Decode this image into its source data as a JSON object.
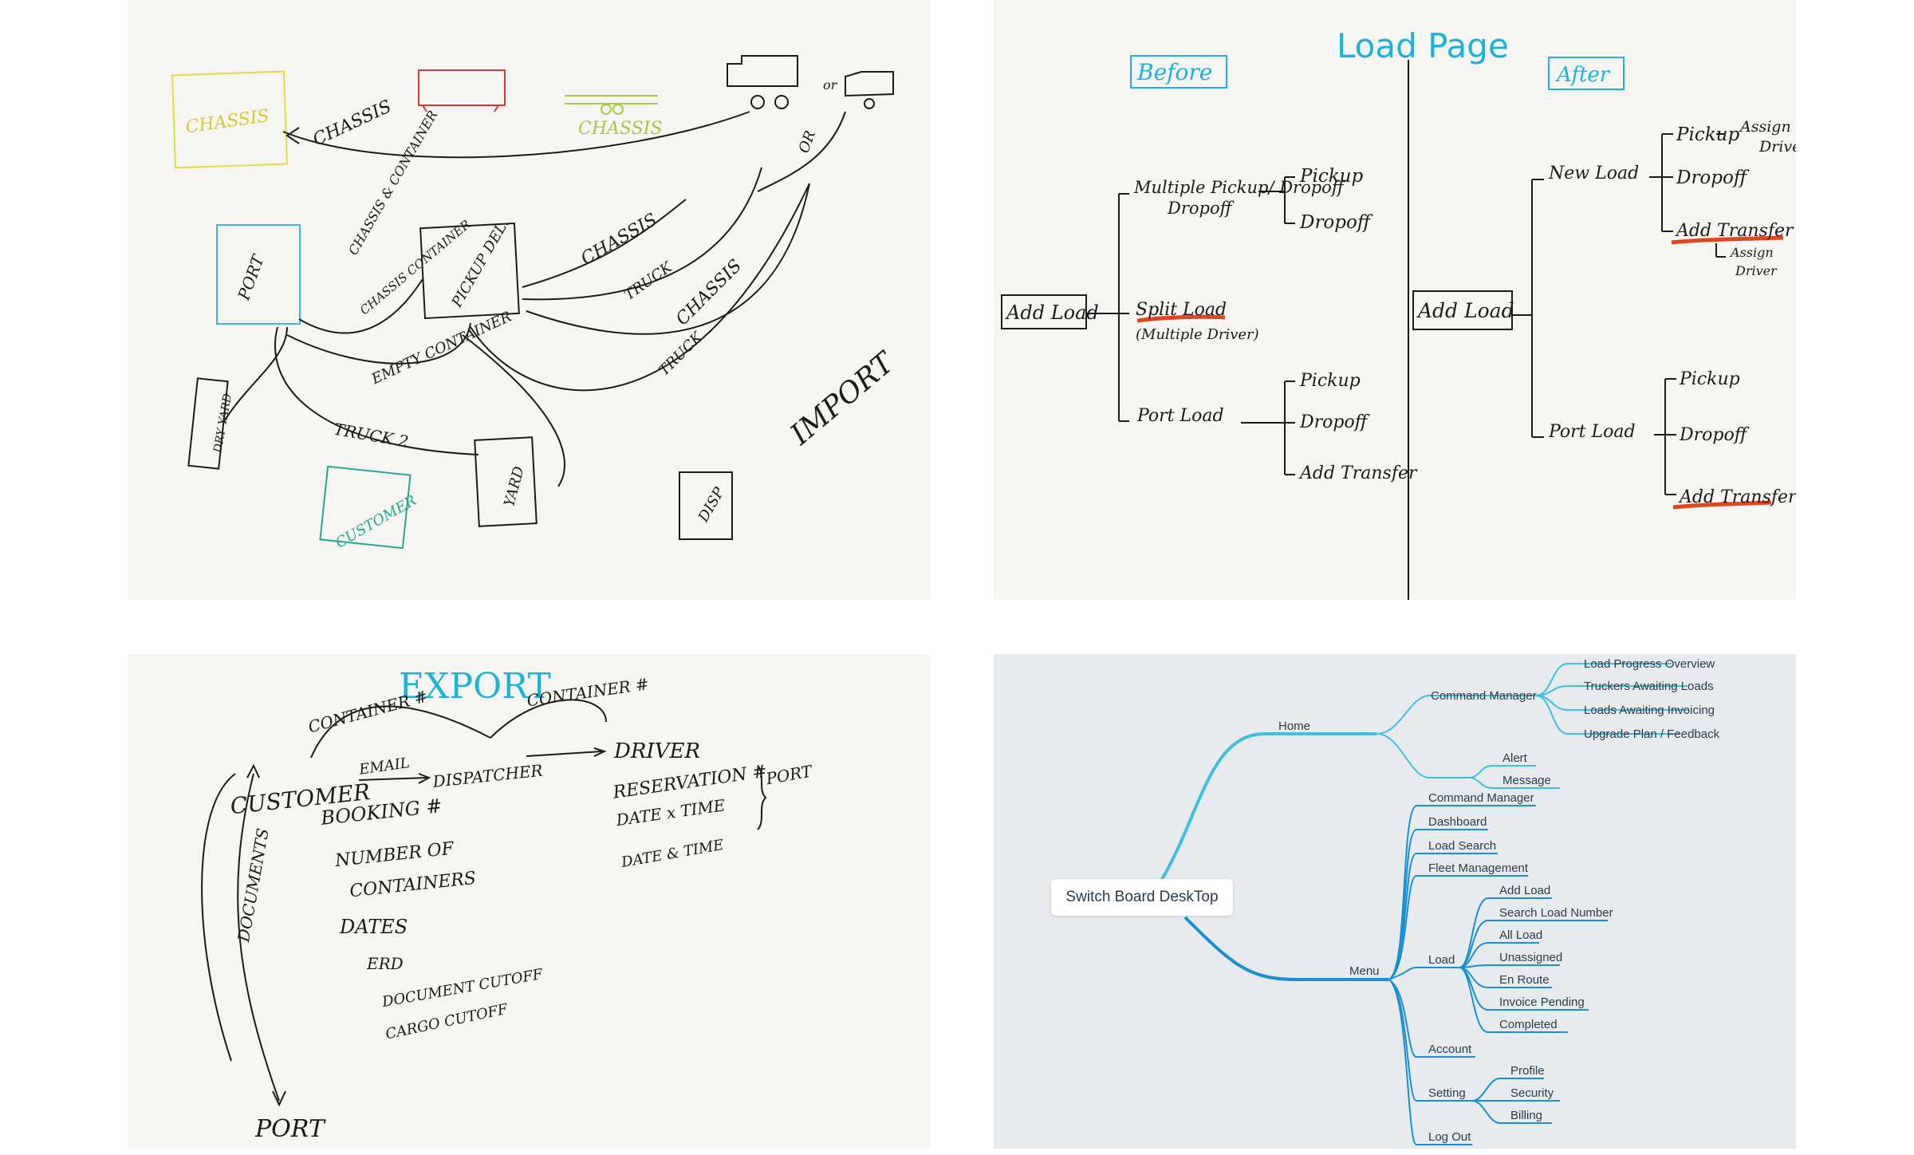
{
  "colors": {
    "sketch_bg": "#f6f5f1",
    "mind_bg": "#e8ebee",
    "ink": "#1b1b1b",
    "cyan": "#1bb3d9",
    "highlight": "#e0471f",
    "light_branch": "#3fc0df",
    "dark_branch": "#1a8fd1"
  },
  "import_sketch": {
    "labels": {
      "chassis_box": "CHASSIS",
      "chassis_top": "CHASSIS",
      "chassis_green": "CHASSIS",
      "chassis_container": "CHASSIS & CONTAINER",
      "chassis_container_2": "CHASSIS CONTAINER",
      "port": "PORT",
      "pickup": "PICKUP DEL.",
      "chassis_arrow": "CHASSIS",
      "truck_arrow": "TRUCK",
      "chassis_arrow_2": "CHASSIS",
      "truck_arrow_2": "TRUCK",
      "empty_container": "EMPTY CONTAINER",
      "truck2": "TRUCK 2",
      "yard": "YARD",
      "customer": "CUSTOMER",
      "import": "IMPORT",
      "disp": "DISP",
      "or": "OR",
      "dry_yard": "DRY YARD",
      "small_or": "or"
    }
  },
  "load_page": {
    "title": "Load Page",
    "before": "Before",
    "after": "After",
    "before_tree": {
      "root": "Add Load",
      "multiple": "Multiple Pickup/ Dropoff",
      "multiple_line2": "Dropoff",
      "pickup": "Pickup",
      "dropoff": "Dropoff",
      "split": "Split Load",
      "split_sub": "(Multiple Driver)",
      "port": "Port Load",
      "port_pickup": "Pickup",
      "port_dropoff": "Dropoff",
      "port_transfer": "Add Transfer"
    },
    "after_tree": {
      "root": "Add Load",
      "new_load": "New Load",
      "pickup": "Pickup",
      "assign1": "Assign",
      "assign1b": "Driver",
      "dropoff": "Dropoff",
      "transfer": "Add Transfer",
      "assign2": "Assign",
      "assign2b": "Driver",
      "port": "Port Load",
      "port_pickup": "Pickup",
      "port_dropoff": "Dropoff",
      "port_transfer": "Add Transfer"
    }
  },
  "export_sketch": {
    "title": "EXPORT",
    "container1": "CONTAINER #",
    "container2": "CONTAINER #",
    "customer": "CUSTOMER",
    "email": "EMAIL",
    "dispatcher": "DISPATCHER",
    "driver": "DRIVER",
    "booking": "BOOKING #",
    "number_of": "NUMBER OF",
    "containers": "CONTAINERS",
    "dates": "DATES",
    "erd": "ERD",
    "document_cutoff": "DOCUMENT CUTOFF",
    "cargo_cutoff": "CARGO CUTOFF",
    "reservation": "RESERVATION #",
    "date_time": "DATE x TIME",
    "date_time2": "DATE & TIME",
    "port_side": "PORT",
    "documents": "DOCUMENTS",
    "port_bottom": "PORT"
  },
  "mindmap": {
    "root": "Switch Board DeskTop",
    "home": "Home",
    "command_manager": "Command Manager",
    "load_progress": "Load Progress Overview",
    "truckers_awaiting": "Truckers Awaiting Loads",
    "loads_awaiting": "Loads Awaiting Invoicing",
    "upgrade_plan": "Upgrade Plan / Feedback",
    "alert": "Alert",
    "message": "Message",
    "menu": "Menu",
    "m_command_manager": "Command Manager",
    "dashboard": "Dashboard",
    "load_search": "Load Search",
    "fleet_management": "Fleet Management",
    "load": "Load",
    "add_load": "Add Load",
    "search_load_number": "Search Load Number",
    "all_load": "All Load",
    "unassigned": "Unassigned",
    "en_route": "En Route",
    "invoice_pending": "Invoice Pending",
    "completed": "Completed",
    "account": "Account",
    "setting": "Setting",
    "profile": "Profile",
    "security": "Security",
    "billing": "Billing",
    "log_out": "Log Out"
  }
}
